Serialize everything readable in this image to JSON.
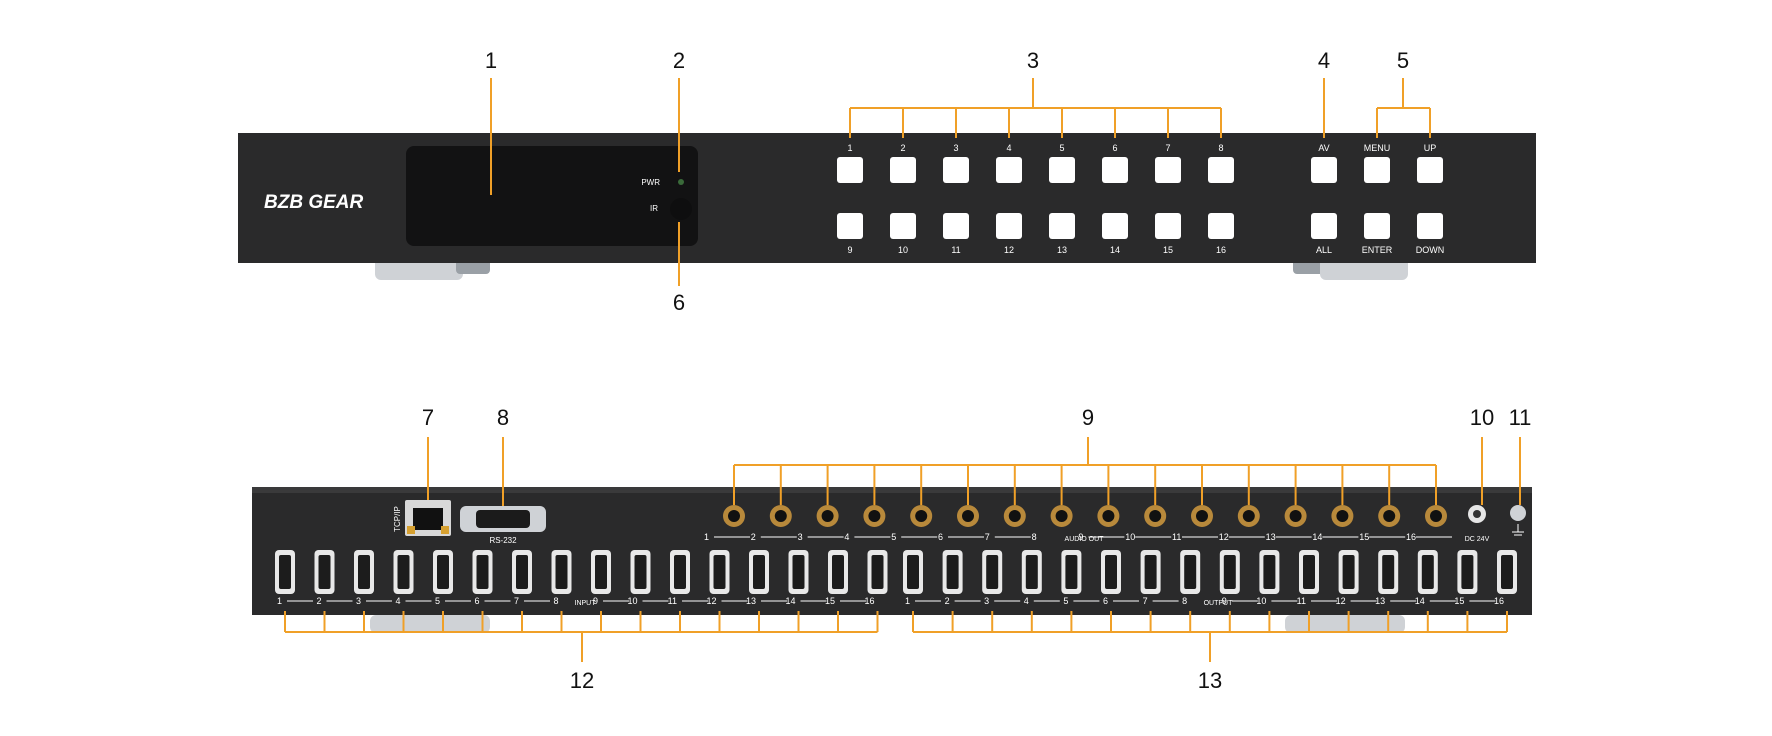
{
  "brand": {
    "logo_text": "BZB GEAR"
  },
  "colors": {
    "panel": "#2a2a2b",
    "panel_edge": "#1a1a1b",
    "button": "#ffffff",
    "callout": "#f0a028",
    "label": "#ffffff",
    "number": "#111111",
    "port": "#1c1c1c",
    "gold": "#b8893b",
    "feet": "#cfd2d6"
  },
  "front": {
    "indicators": {
      "pwr": "PWR",
      "ir": "IR"
    },
    "input_buttons_top": [
      "1",
      "2",
      "3",
      "4",
      "5",
      "6",
      "7",
      "8"
    ],
    "input_buttons_bottom": [
      "9",
      "10",
      "11",
      "12",
      "13",
      "14",
      "15",
      "16"
    ],
    "control_top": [
      "AV",
      "MENU",
      "UP"
    ],
    "control_bottom": [
      "ALL",
      "ENTER",
      "DOWN"
    ]
  },
  "rear": {
    "tcpip_label": "TCP/IP",
    "rs232_label": "RS-232",
    "audio_out_label": "AUDIO OUT",
    "audio_numbers": [
      "1",
      "2",
      "3",
      "4",
      "5",
      "6",
      "7",
      "8",
      "9",
      "10",
      "11",
      "12",
      "13",
      "14",
      "15",
      "16"
    ],
    "dc_label": "DC 24V",
    "input_label": "INPUT",
    "output_label": "OUTPUT",
    "hdmi_input_numbers": [
      "1",
      "2",
      "3",
      "4",
      "5",
      "6",
      "7",
      "8",
      "9",
      "10",
      "11",
      "12",
      "13",
      "14",
      "15",
      "16"
    ],
    "hdmi_output_numbers": [
      "1",
      "2",
      "3",
      "4",
      "5",
      "6",
      "7",
      "8",
      "9",
      "10",
      "11",
      "12",
      "13",
      "14",
      "15",
      "16"
    ]
  },
  "callouts": [
    "1",
    "2",
    "3",
    "4",
    "5",
    "6",
    "7",
    "8",
    "9",
    "10",
    "11",
    "12",
    "13"
  ]
}
